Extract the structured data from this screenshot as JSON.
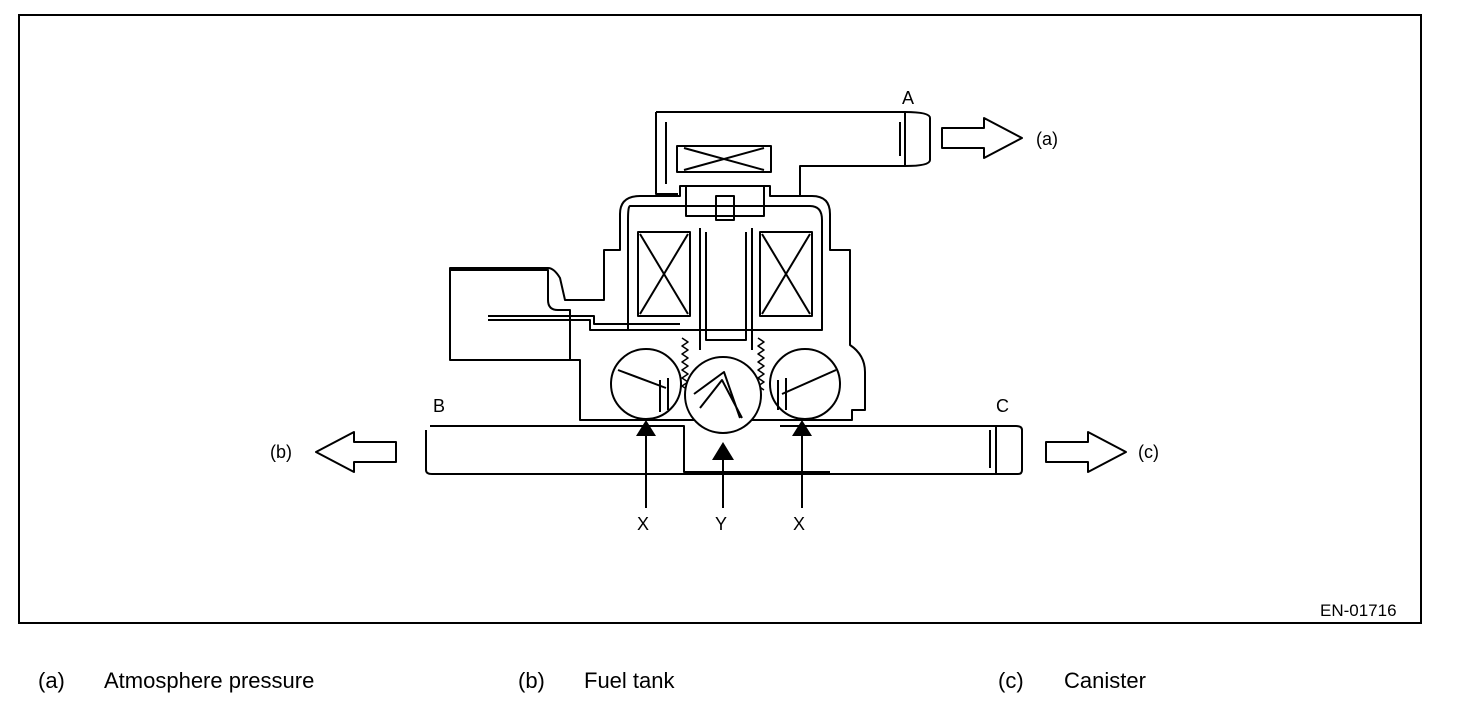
{
  "diagram": {
    "port_labels": {
      "a": "A",
      "b": "B",
      "c": "C"
    },
    "flow_labels": {
      "a": "(a)",
      "b": "(b)",
      "c": "(c)"
    },
    "callouts": {
      "x_left": "X",
      "y": "Y",
      "x_right": "X"
    },
    "figure_code": "EN-01716"
  },
  "legend": [
    {
      "key": "(a)",
      "text": "Atmosphere pressure"
    },
    {
      "key": "(b)",
      "text": "Fuel tank"
    },
    {
      "key": "(c)",
      "text": "Canister"
    }
  ]
}
